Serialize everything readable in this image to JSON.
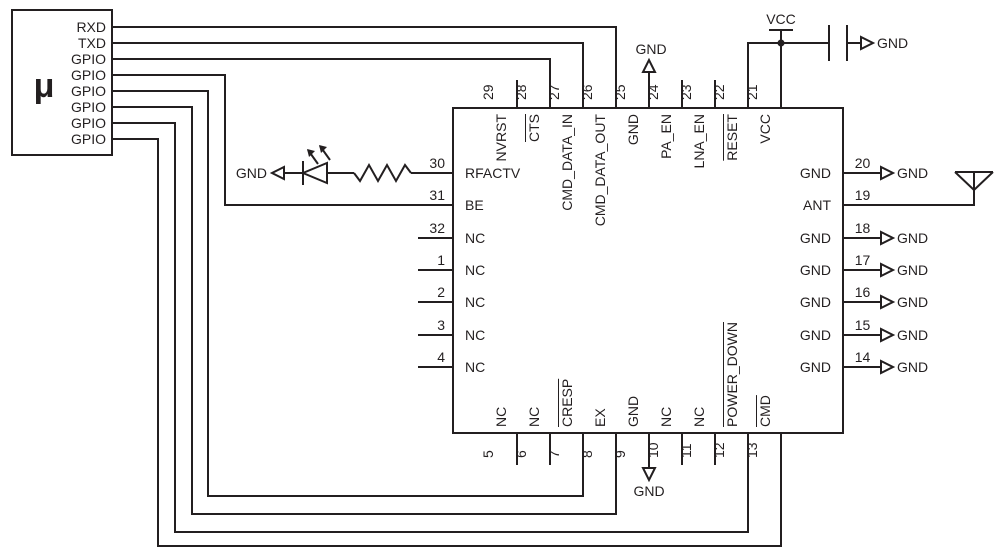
{
  "diagram": {
    "background": "#ffffff",
    "line_color": "#231f20"
  },
  "micro": {
    "label": "μ",
    "pins": [
      "RXD",
      "TXD",
      "GPIO",
      "GPIO",
      "GPIO",
      "GPIO",
      "GPIO",
      "GPIO"
    ]
  },
  "ic": {
    "top_pins": [
      {
        "num": "29",
        "name": "NVRST"
      },
      {
        "num": "28",
        "name": "CTS",
        "active_low": true
      },
      {
        "num": "27",
        "name": "CMD_DATA_IN"
      },
      {
        "num": "26",
        "name": "CMD_DATA_OUT"
      },
      {
        "num": "25",
        "name": "GND"
      },
      {
        "num": "24",
        "name": "PA_EN"
      },
      {
        "num": "23",
        "name": "LNA_EN"
      },
      {
        "num": "22",
        "name": "RESET",
        "active_low": true
      },
      {
        "num": "21",
        "name": "VCC"
      }
    ],
    "left_pins": [
      {
        "num": "30",
        "name": "RFACTV"
      },
      {
        "num": "31",
        "name": "BE"
      },
      {
        "num": "32",
        "name": "NC"
      },
      {
        "num": "1",
        "name": "NC"
      },
      {
        "num": "2",
        "name": "NC"
      },
      {
        "num": "3",
        "name": "NC"
      },
      {
        "num": "4",
        "name": "NC"
      }
    ],
    "right_pins": [
      {
        "num": "20",
        "name": "GND"
      },
      {
        "num": "19",
        "name": "ANT"
      },
      {
        "num": "18",
        "name": "GND"
      },
      {
        "num": "17",
        "name": "GND"
      },
      {
        "num": "16",
        "name": "GND"
      },
      {
        "num": "15",
        "name": "GND"
      },
      {
        "num": "14",
        "name": "GND"
      }
    ],
    "bottom_pins": [
      {
        "num": "5",
        "name": "NC"
      },
      {
        "num": "6",
        "name": "NC"
      },
      {
        "num": "7",
        "name": "CRESP",
        "active_low": true
      },
      {
        "num": "8",
        "name": "EX"
      },
      {
        "num": "9",
        "name": "GND"
      },
      {
        "num": "10",
        "name": "NC"
      },
      {
        "num": "11",
        "name": "NC"
      },
      {
        "num": "12",
        "name": "POWER_DOWN",
        "active_low": true
      },
      {
        "num": "13",
        "name": "CMD",
        "active_low": true
      }
    ]
  },
  "nets": {
    "vcc_label": "VCC",
    "gnd_label": "GND"
  },
  "symbols": {
    "led": "led-icon",
    "resistor": "resistor-icon",
    "capacitor": "capacitor-icon",
    "antenna": "antenna-icon",
    "ground_arrow": "gnd-arrow-icon",
    "vcc_rail": "vcc-bar-icon"
  }
}
